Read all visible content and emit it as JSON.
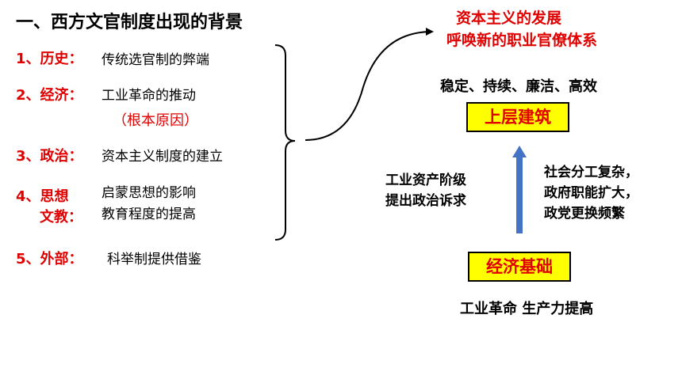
{
  "title": "一、西方文官制度出现的背景",
  "factors": [
    {
      "label": "1、历史：",
      "text": "传统选官制的弊端"
    },
    {
      "label": "2、经济：",
      "text": "工业革命的推动",
      "note": "（根本原因）"
    },
    {
      "label": "3、政治：",
      "text": "资本主义制度的建立"
    },
    {
      "label_line1": "4、思想",
      "label_line2": "文教：",
      "text_line1": "启蒙思想的影响",
      "text_line2": "教育程度的提高"
    },
    {
      "label": "5、外部：",
      "text": "科举制提供借鉴"
    }
  ],
  "right": {
    "heading_line1": "资本主义的发展",
    "heading_line2": "呼唤新的职业官僚体系",
    "qualities": "稳定、持续、廉洁、高效",
    "upper_box": "上层建筑",
    "left_side_line1": "工业资产阶级",
    "left_side_line2": "提出政治诉求",
    "right_side_line1": "社会分工复杂，",
    "right_side_line2": "政府职能扩大，",
    "right_side_line3": "政党更换频繁",
    "base_box": "经济基础",
    "bottom_text": "工业革命  生产力提高"
  },
  "colors": {
    "accent_red": "#e00000",
    "box_fill": "#ffff00",
    "arrow_blue": "#4472c4"
  }
}
